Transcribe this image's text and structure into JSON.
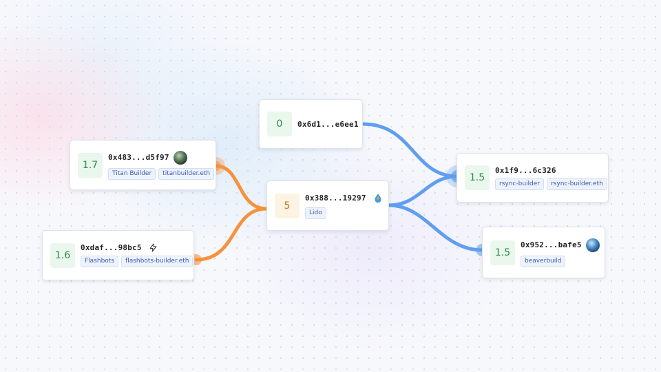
{
  "colors": {
    "accent_orange": "#f5923e",
    "accent_blue": "#5f9ef0",
    "score_green_bg": "#e9f7ec",
    "score_green_text": "#2e8a4a",
    "score_orange_bg": "#fdf3e2",
    "score_orange_text": "#b8761f",
    "tag_text": "#3a57b8"
  },
  "nodes": {
    "top_center": {
      "score": "0",
      "address": "0x6d1...e6ee1",
      "tags": []
    },
    "titan": {
      "score": "1.7",
      "address": "0x483...d5f97",
      "icon": "planet-avatar-icon",
      "tags": [
        "Titan Builder",
        "titanbuilder.eth"
      ]
    },
    "flashbots": {
      "score": "1.6",
      "address": "0xdaf...98bc5",
      "icon": "lightning-bolt-icon",
      "tags": [
        "Flashbots",
        "flashbots-builder.eth"
      ]
    },
    "lido": {
      "score": "5",
      "address": "0x388...19297",
      "icon": "lido-drop-icon",
      "tags": [
        "Lido"
      ]
    },
    "rsync": {
      "score": "1.5",
      "address": "0x1f9...6c326",
      "tags": [
        "rsync-builder",
        "rsync-builder.eth"
      ]
    },
    "beaver": {
      "score": "1.5",
      "address": "0x952...bafe5",
      "icon": "beaver-avatar-icon",
      "tags": [
        "beaverbuild"
      ]
    }
  },
  "edges": [
    {
      "from": "titan",
      "to": "lido",
      "color": "orange"
    },
    {
      "from": "flashbots",
      "to": "lido",
      "color": "orange"
    },
    {
      "from": "top_center",
      "to": "rsync",
      "color": "blue"
    },
    {
      "from": "lido",
      "to": "rsync",
      "color": "blue"
    },
    {
      "from": "lido",
      "to": "beaver",
      "color": "blue"
    }
  ]
}
